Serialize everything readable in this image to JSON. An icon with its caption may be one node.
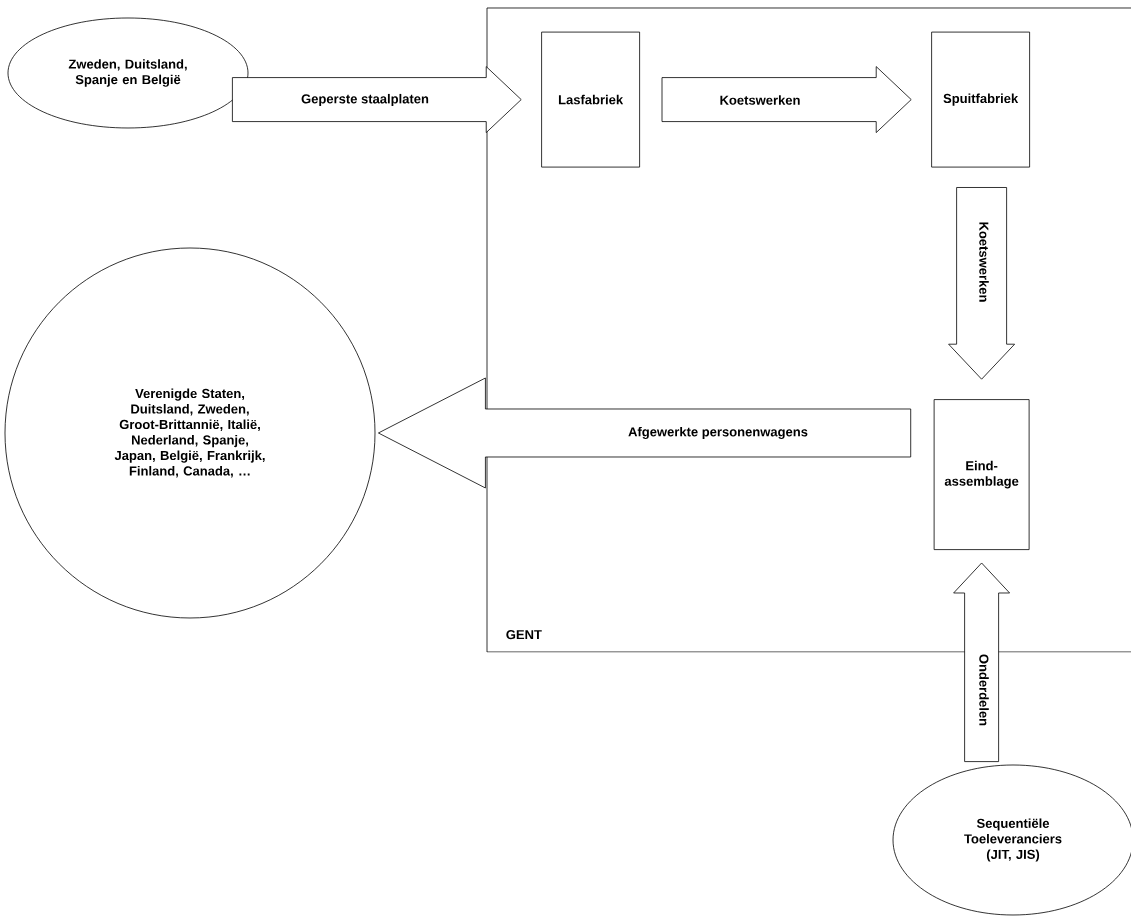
{
  "diagram": {
    "nodes": [
      {
        "text": [
          "GENT"
        ]
      },
      {
        "text": [
          "Zweden, Duitsland, Spanje en België"
        ]
      },
      {
        "text": [
          "Lasfabriek"
        ],
        "in": 0
      },
      {
        "text": [
          "Spuitfabriek"
        ],
        "in": 0
      },
      {
        "text": [
          "Eind-assemblage"
        ],
        "in": 0
      },
      {
        "text": [
          "Verenigde Staten, Duitsland, Zweden, Groot-Brittannië, Italië, Nederland, Spanje, Japan, België, Frankrijk, Finland, Canada, …"
        ]
      },
      {
        "text": [
          "Sequentiële Toeleveranciers (JIT, JIS)"
        ]
      }
    ],
    "edges": [
      {
        "from": 1,
        "to": 2,
        "arrow": "to",
        "label": "Geperste staalplaten"
      },
      {
        "from": 2,
        "to": 3,
        "arrow": "to",
        "label": "Koetswerken"
      },
      {
        "from": 3,
        "to": 4,
        "arrow": "to",
        "label": "Koetswerken"
      },
      {
        "from": 4,
        "to": 5,
        "arrow": "to",
        "label": "Afgewerkte personenwagens"
      },
      {
        "from": 6,
        "to": 4,
        "arrow": "to",
        "label": "Onderdelen"
      }
    ]
  }
}
